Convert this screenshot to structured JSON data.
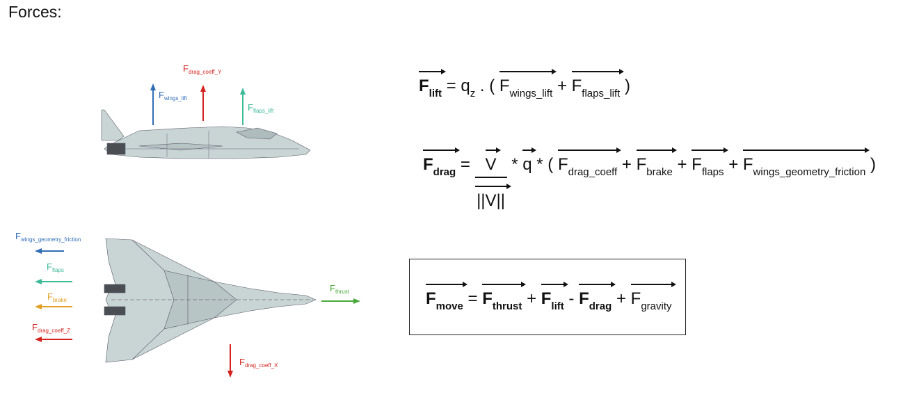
{
  "title": "Forces:",
  "colors": {
    "blue": "#2f6db5",
    "red": "#d2231e",
    "teal": "#3dba98",
    "orange": "#e0a020",
    "green": "#4aa83a"
  },
  "side_view": {
    "labels": {
      "drag_coeff_y": {
        "base": "F",
        "sub": "drag_coeff_Y"
      },
      "wings_lift": {
        "base": "F",
        "sub": "wings_lift"
      },
      "flaps_lift": {
        "base": "F",
        "sub": "flaps_lift"
      }
    }
  },
  "top_view": {
    "labels": {
      "wings_geometry_friction": {
        "base": "F",
        "sub": "wings_geometry_friction"
      },
      "flaps": {
        "base": "F",
        "sub": "flaps"
      },
      "brake": {
        "base": "F",
        "sub": "brake"
      },
      "drag_coeff_z": {
        "base": "F",
        "sub": "drag_coeff_Z"
      },
      "thrust": {
        "base": "F",
        "sub": "thrust"
      },
      "drag_coeff_x": {
        "base": "F",
        "sub": "drag_coeff_X"
      }
    }
  },
  "equations": {
    "lift": {
      "lhs_base": "F",
      "lhs_sub": "lift",
      "eq": "=",
      "q": "q",
      "q_sub": "z",
      "dot_open": ". (",
      "t1_base": "F",
      "t1_sub": "wings_lift",
      "plus": "+",
      "t2_base": "F",
      "t2_sub": "flaps_lift",
      "close": ")"
    },
    "drag": {
      "lhs_base": "F",
      "lhs_sub": "drag",
      "eq": "=",
      "num": "V",
      "den": "||V||",
      "star1": "*",
      "q": "q",
      "star2": "* (",
      "t1_base": "F",
      "t1_sub": "drag_coeff",
      "t2_base": "F",
      "t2_sub": "brake",
      "t3_base": "F",
      "t3_sub": "flaps",
      "t4_base": "F",
      "t4_sub": "wings_geometry_friction",
      "plus": "+",
      "close": ")"
    },
    "move": {
      "lhs_base": "F",
      "lhs_sub": "move",
      "eq": "=",
      "t1_base": "F",
      "t1_sub": "thrust",
      "plus": "+",
      "t2_base": "F",
      "t2_sub": "lift",
      "minus": "-",
      "t3_base": "F",
      "t3_sub": "drag",
      "t4_base": "F",
      "t4_sub": "gravity"
    }
  }
}
